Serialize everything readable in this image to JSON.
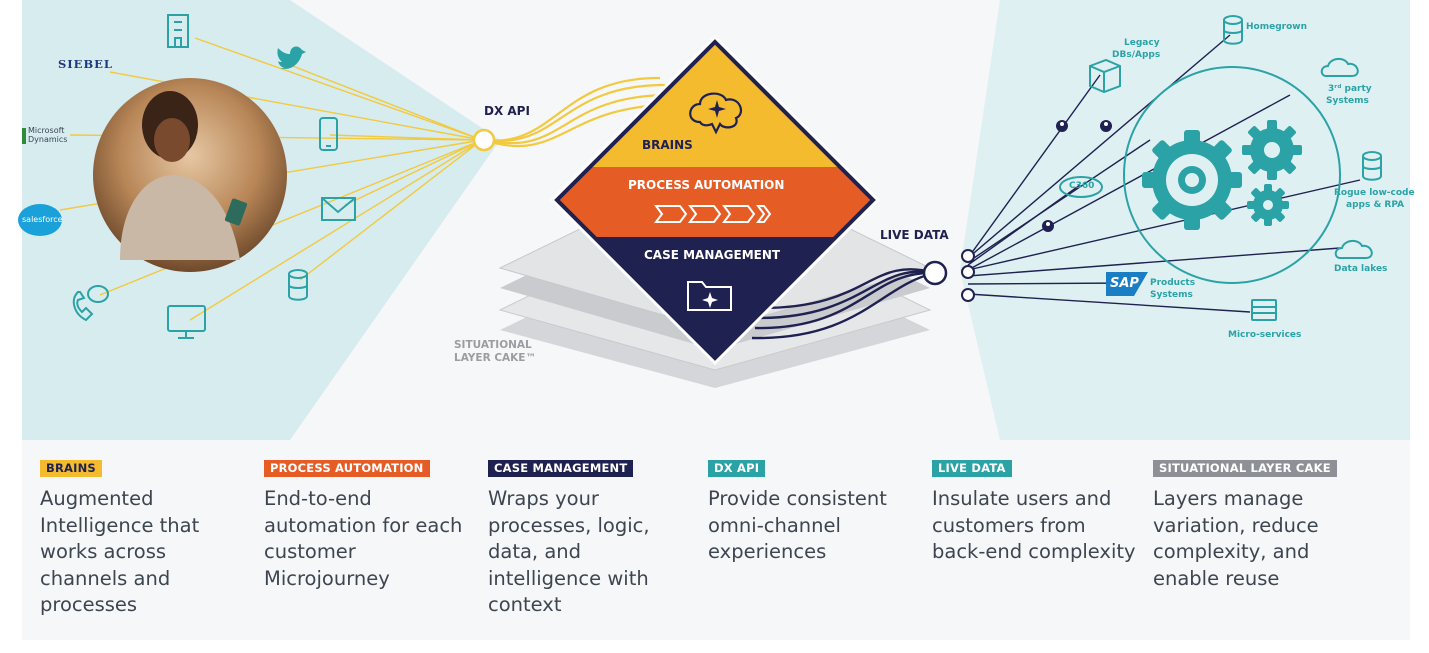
{
  "colors": {
    "brains": "#f5bb2e",
    "process_automation": "#e65c25",
    "case_management": "#1f2150",
    "teal": "#2ba3a6",
    "layer_gray": "#8d9197",
    "line_yellow": "#f2c93f",
    "line_dark": "#1f2150",
    "panel_left": "#d7ecef",
    "panel_right": "#dff0f2",
    "background": "#f6f7f8"
  },
  "left_channels": {
    "siebel": "SIEBEL",
    "microsoft_dynamics": "Microsoft Dynamics",
    "salesforce": "salesforce",
    "icons": [
      "building-icon",
      "twitter-icon",
      "mobile-icon",
      "email-icon",
      "database-icon",
      "monitor-icon",
      "chat-phone-icon"
    ]
  },
  "diagram": {
    "dx_api": "DX API",
    "live_data": "LIVE DATA",
    "brains": "BRAINS",
    "process_automation": "PROCESS AUTOMATION",
    "case_management": "CASE MANAGEMENT",
    "layer_cake_line1": "SITUATIONAL",
    "layer_cake_line2": "LAYER CAKE™"
  },
  "right_systems": {
    "homegrown": "Homegrown",
    "legacy_line1": "Legacy",
    "legacy_line2": "DBs/Apps",
    "third_party_line1": "3ʳᵈ party",
    "third_party_line2": "Systems",
    "c360": "C360",
    "rogue_line1": "Rogue low-code",
    "rogue_line2": "apps & RPA",
    "data_lakes": "Data lakes",
    "sap": "SAP",
    "products_line1": "Products",
    "products_line2": "Systems",
    "micro_services": "Micro-services"
  },
  "legend": [
    {
      "tag": "BRAINS",
      "text": "Augmented Intelligence that works across channels and processes"
    },
    {
      "tag": "PROCESS AUTOMATION",
      "text": "End-to-end automation for each customer Microjourney"
    },
    {
      "tag": "CASE MANAGEMENT",
      "text": "Wraps your processes, logic, data, and intelligence with context"
    },
    {
      "tag": "DX API",
      "text": "Provide consistent omni-channel experiences"
    },
    {
      "tag": "LIVE DATA",
      "text": "Insulate users and customers from back-end complexity"
    },
    {
      "tag": "SITUATIONAL LAYER CAKE",
      "text": "Layers manage variation, reduce complexity, and enable reuse"
    }
  ]
}
